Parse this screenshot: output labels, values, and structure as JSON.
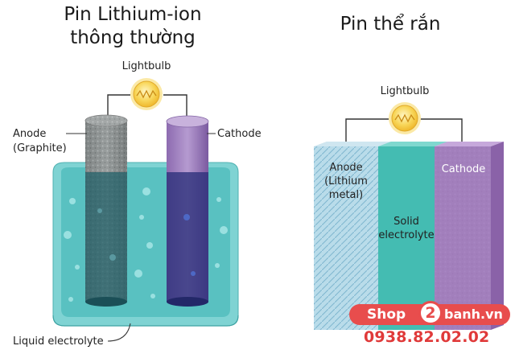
{
  "left": {
    "title_line1": "Pin Lithium-ion",
    "title_line2": "thông thường",
    "lightbulb": "Lightbulb",
    "anode_line1": "Anode",
    "anode_line2": "(Graphite)",
    "cathode": "Cathode",
    "electrolyte": "Liquid electrolyte"
  },
  "right": {
    "title": "Pin thể rắn",
    "lightbulb": "Lightbulb",
    "anode_line1": "Anode",
    "anode_line2": "(Lithium",
    "anode_line3": "metal)",
    "electrolyte_line1": "Solid",
    "electrolyte_line2": "electrolyte",
    "cathode": "Cathode"
  },
  "watermark": {
    "shop": "Shop",
    "two": "2",
    "banh": "banh.vn",
    "phone": "0938.82.02.02"
  },
  "colors": {
    "liquid": "#5cc3c3",
    "graphite": "#8a8f8f",
    "cathode_purple": "#9b7bb8",
    "lithium_metal": "#a9d4e6",
    "solid_electrolyte": "#49bfb4",
    "bulb": "#f7cf4a",
    "brand_red": "#e84d4d"
  }
}
